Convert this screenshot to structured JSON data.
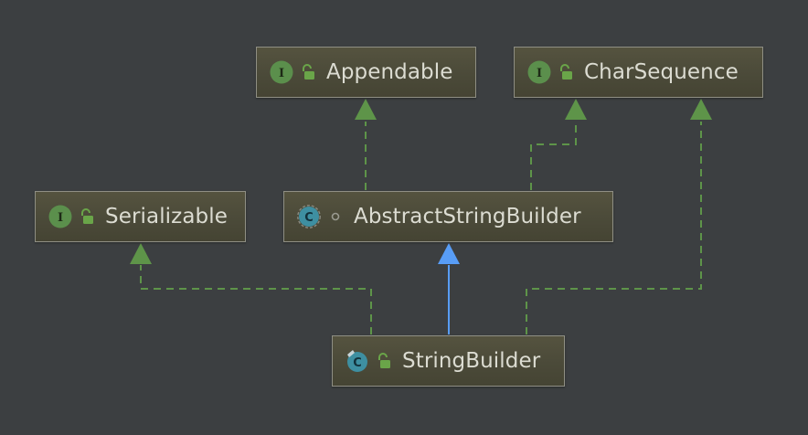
{
  "diagram": {
    "nodes": [
      {
        "id": "appendable",
        "label": "Appendable",
        "kind": "interface",
        "kind_letter": "I",
        "visibility": "public"
      },
      {
        "id": "charsequence",
        "label": "CharSequence",
        "kind": "interface",
        "kind_letter": "I",
        "visibility": "public"
      },
      {
        "id": "serializable",
        "label": "Serializable",
        "kind": "interface",
        "kind_letter": "I",
        "visibility": "public"
      },
      {
        "id": "abstractstringbuilder",
        "label": "AbstractStringBuilder",
        "kind": "abstract-class",
        "kind_letter": "C",
        "visibility": "package-private"
      },
      {
        "id": "stringbuilder",
        "label": "StringBuilder",
        "kind": "final-class",
        "kind_letter": "C",
        "visibility": "public"
      }
    ],
    "edges": [
      {
        "from": "abstractstringbuilder",
        "to": "appendable",
        "relation": "implements"
      },
      {
        "from": "abstractstringbuilder",
        "to": "charsequence",
        "relation": "implements"
      },
      {
        "from": "stringbuilder",
        "to": "serializable",
        "relation": "implements"
      },
      {
        "from": "stringbuilder",
        "to": "abstractstringbuilder",
        "relation": "extends"
      },
      {
        "from": "stringbuilder",
        "to": "charsequence",
        "relation": "implements"
      }
    ],
    "colors": {
      "background": "#3c3f41",
      "node_fill": "#4b4a39",
      "node_border": "#8f8f84",
      "node_text": "#dcdcd2",
      "implements_edge": "#5e9449",
      "extends_edge": "#589df6",
      "interface_icon": "#5b8f4c",
      "class_icon": "#3e8fa1",
      "visibility_icon": "#6aa549"
    }
  }
}
